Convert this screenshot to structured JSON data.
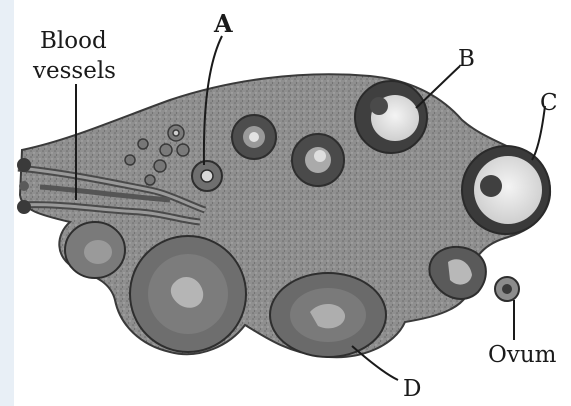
{
  "labels": {
    "blood_vessels_line1": "Blood",
    "blood_vessels_line2": "vessels",
    "a": "A",
    "b": "B",
    "c": "C",
    "d": "D",
    "ovum": "Ovum"
  },
  "colors": {
    "stroma": "#8d8d8d",
    "stroma_dark": "#6e6e6e",
    "outline": "#3a3a3a",
    "follicle_dark": "#4a4a4a",
    "follicle_ring": "#2e2e2e",
    "antrum_light": "#ececec",
    "corpus": "#7a7a7a",
    "label_ink": "#1a1a1a",
    "left_edge_tint": "#e6eef6"
  }
}
